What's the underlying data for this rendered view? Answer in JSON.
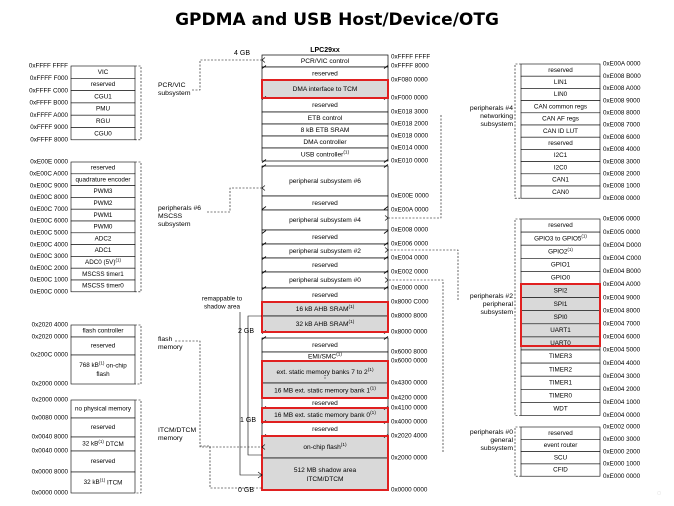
{
  "title": "GPDMA and USB Host/Device/OTG",
  "colors": {
    "highlight": "#e02020",
    "shade": "#d9d9d9",
    "line": "#000000"
  },
  "center": {
    "header": "LPC29xx",
    "top_label": "4 GB",
    "mid_label": "2 GB",
    "onegb_label": "1 GB",
    "bottom_label": "0 GB",
    "remap_note": [
      "remappable to",
      "shadow area"
    ],
    "blocks": [
      {
        "label": "PCR/VIC control",
        "addr": "0xFFFF FFFF",
        "addr2": "0xFFFF 8000"
      },
      {
        "label": "reserved",
        "addr": "0xF080 0000"
      },
      {
        "label": "DMA interface to TCM",
        "addr": "0xF000 0000",
        "hl": true,
        "shade": true
      },
      {
        "label": "reserved",
        "addr": "0xE018 3000"
      },
      {
        "label": "ETB control",
        "addr": "0xE018 2000"
      },
      {
        "label": "8 kB ETB SRAM",
        "addr": "0xE018 0000"
      },
      {
        "label": "DMA controller",
        "addr": "0xE014 0000"
      },
      {
        "label": "USB controller",
        "sup": "(1)",
        "addr": "0xE010 0000"
      },
      {
        "label": "peripheral subsystem #6",
        "addr": "0xE00E 0000"
      },
      {
        "label": "reserved",
        "addr": "0xE00A 0000"
      },
      {
        "label": "peripheral subsystem #4",
        "addr": "0xE008 0000"
      },
      {
        "label": "reserved",
        "addr": "0xE006 0000"
      },
      {
        "label": "peripheral subsystem #2",
        "addr": "0xE004 0000"
      },
      {
        "label": "reserved",
        "addr": "0xE002 0000"
      },
      {
        "label": "peripheral subsystem #0",
        "addr": "0xE000 0000"
      },
      {
        "label": "reserved",
        "addr": "0x8000 C000"
      },
      {
        "label": "16 kB AHB SRAM",
        "sup": "(1)",
        "addr": "0x8000 8000",
        "shade": true
      },
      {
        "label": "32 kB AHB SRAM",
        "sup": "(1)",
        "addr": "0x8000 0000",
        "shade": true
      },
      {
        "label": "reserved",
        "addr": "0x6000 8000"
      },
      {
        "label": "EMI/SMC",
        "sup": "(1)",
        "addr": "0x6000 0000"
      },
      {
        "label": "ext. static memory banks 7 to 2",
        "sup": "(1)",
        "addr": "0x4300 0000",
        "shade": true
      },
      {
        "label": "16 MB ext. static memory bank 1",
        "sup": "(1)",
        "addr": "0x4200 0000",
        "shade": true
      },
      {
        "label": "reserved",
        "addr": "0x4100 0000"
      },
      {
        "label": "16 MB ext. static memory bank 0",
        "sup": "(1)",
        "addr": "0x4000 0000",
        "shade": true
      },
      {
        "label": "reserved",
        "addr": "0x2020 4000"
      },
      {
        "label": "on-chip flash",
        "sup": "(1)",
        "addr": "0x2000 0000",
        "shade": true
      },
      {
        "label": "512 MB shadow area",
        "label2": "ITCM/DTCM",
        "addr": "0x0000 0000",
        "shade": true
      }
    ]
  },
  "left_groups": [
    {
      "label": [
        "PCR/VIC",
        "subsystem"
      ],
      "items": [
        {
          "label": "VIC",
          "addr": "0xFFFF F000"
        },
        {
          "label": "reserved",
          "addr": "0xFFFF C000"
        },
        {
          "label": "CGU1",
          "addr": "0xFFFF B000"
        },
        {
          "label": "PMU",
          "addr": "0xFFFF A000"
        },
        {
          "label": "RGU",
          "addr": "0xFFFF 9000"
        },
        {
          "label": "CGU0",
          "addr": "0xFFFF 8000"
        }
      ],
      "top_addr": "0xFFFF FFFF"
    },
    {
      "label": [
        "peripherals #6",
        "MSCSS",
        "subsystem"
      ],
      "items": [
        {
          "label": "reserved",
          "addr": "0xE00C A000"
        },
        {
          "label": "quadrature encoder",
          "addr": "0xE00C 9000"
        },
        {
          "label": "PWM3",
          "addr": "0xE00C 8000"
        },
        {
          "label": "PWM2",
          "addr": "0xE00C 7000"
        },
        {
          "label": "PWM1",
          "addr": "0xE00C 6000"
        },
        {
          "label": "PWM0",
          "addr": "0xE00C 5000"
        },
        {
          "label": "ADC2",
          "addr": "0xE00C 4000"
        },
        {
          "label": "ADC1",
          "addr": "0xE00C 3000"
        },
        {
          "label": "ADC0 (5V)",
          "sup": "(1)",
          "addr": "0xE00C 2000"
        },
        {
          "label": "MSCSS timer1",
          "addr": "0xE00C 1000"
        },
        {
          "label": "MSCSS timer0",
          "addr": "0xE00C 0000"
        }
      ],
      "top_addr": "0xE00E 0000"
    },
    {
      "label": [
        "flash",
        "memory"
      ],
      "items": [
        {
          "label": "flash controller",
          "addr": "0x2020 0000"
        },
        {
          "label": "reserved",
          "addr": "0x200C 0000"
        },
        {
          "label": "768 kB",
          "sup": "(1)",
          "label2": "flash",
          "label_tail": " on-chip",
          "addr": "0x2000 0000"
        }
      ],
      "top_addr": "0x2020 4000"
    },
    {
      "label": [
        "ITCM/DTCM",
        "memory"
      ],
      "items": [
        {
          "label": "no physical memory",
          "addr": "0x0080 0000"
        },
        {
          "label": "reserved",
          "addr": "0x0040 8000"
        },
        {
          "label": "32 kB",
          "sup": "(1)",
          "label_tail": " DTCM",
          "addr": "0x0040 0000"
        },
        {
          "label": "reserved",
          "addr": "0x0000 8000"
        },
        {
          "label": "32 kB",
          "sup": "(1)",
          "label_tail": " ITCM",
          "addr": "0x0000 0000"
        }
      ],
      "top_addr": "0x2000 0000"
    }
  ],
  "right_groups": [
    {
      "label": [
        "peripherals #4",
        "networking",
        "subsystem"
      ],
      "items": [
        {
          "label": "reserved",
          "addr": "0xE008 B000"
        },
        {
          "label": "LIN1",
          "addr": "0xE008 A000"
        },
        {
          "label": "LIN0",
          "addr": "0xE008 9000"
        },
        {
          "label": "CAN common regs",
          "addr": "0xE008 8000"
        },
        {
          "label": "CAN AF regs",
          "addr": "0xE008 7000"
        },
        {
          "label": "CAN ID LUT",
          "addr": "0xE008 6000"
        },
        {
          "label": "reserved",
          "addr": "0xE008 4000"
        },
        {
          "label": "I2C1",
          "addr": "0xE008 3000"
        },
        {
          "label": "I2C0",
          "addr": "0xE008 2000"
        },
        {
          "label": "CAN1",
          "addr": "0xE008 1000"
        },
        {
          "label": "CAN0",
          "addr": "0xE008 0000"
        }
      ],
      "top_addr": "0xE00A 0000"
    },
    {
      "label": [
        "peripherals #2",
        "peripheral",
        "subsystem"
      ],
      "items": [
        {
          "label": "reserved",
          "addr": "0xE005 0000"
        },
        {
          "label": "GPIO3 to GPIO5",
          "sup": "(1)",
          "addr": "0xE004 D000"
        },
        {
          "label": "GPIO2",
          "sup": "(1)",
          "addr": "0xE004 C000"
        },
        {
          "label": "GPIO1",
          "addr": "0xE004 B000"
        },
        {
          "label": "GPIO0",
          "addr": "0xE004 A000"
        },
        {
          "label": "SPI2",
          "addr": "0xE004 9000",
          "shade": true
        },
        {
          "label": "SPI1",
          "addr": "0xE004 8000",
          "shade": true
        },
        {
          "label": "SPI0",
          "addr": "0xE004 7000",
          "shade": true
        },
        {
          "label": "UART1",
          "addr": "0xE004 6000",
          "shade": true
        },
        {
          "label": "UART0",
          "addr": "0xE004 5000",
          "shade": true
        },
        {
          "label": "TIMER3",
          "addr": "0xE004 4000"
        },
        {
          "label": "TIMER2",
          "addr": "0xE004 3000"
        },
        {
          "label": "TIMER1",
          "addr": "0xE004 2000"
        },
        {
          "label": "TIMER0",
          "addr": "0xE004 1000"
        },
        {
          "label": "WDT",
          "addr": "0xE004 0000"
        }
      ],
      "top_addr": "0xE006 0000"
    },
    {
      "label": [
        "peripherals #0",
        "general",
        "subsystem"
      ],
      "items": [
        {
          "label": "reserved",
          "addr": "0xE000 3000"
        },
        {
          "label": "event router",
          "addr": "0xE000 2000"
        },
        {
          "label": "SCU",
          "addr": "0xE000 1000"
        },
        {
          "label": "CFID",
          "addr": "0xE000 0000"
        }
      ],
      "top_addr": "0xE002 0000"
    }
  ]
}
